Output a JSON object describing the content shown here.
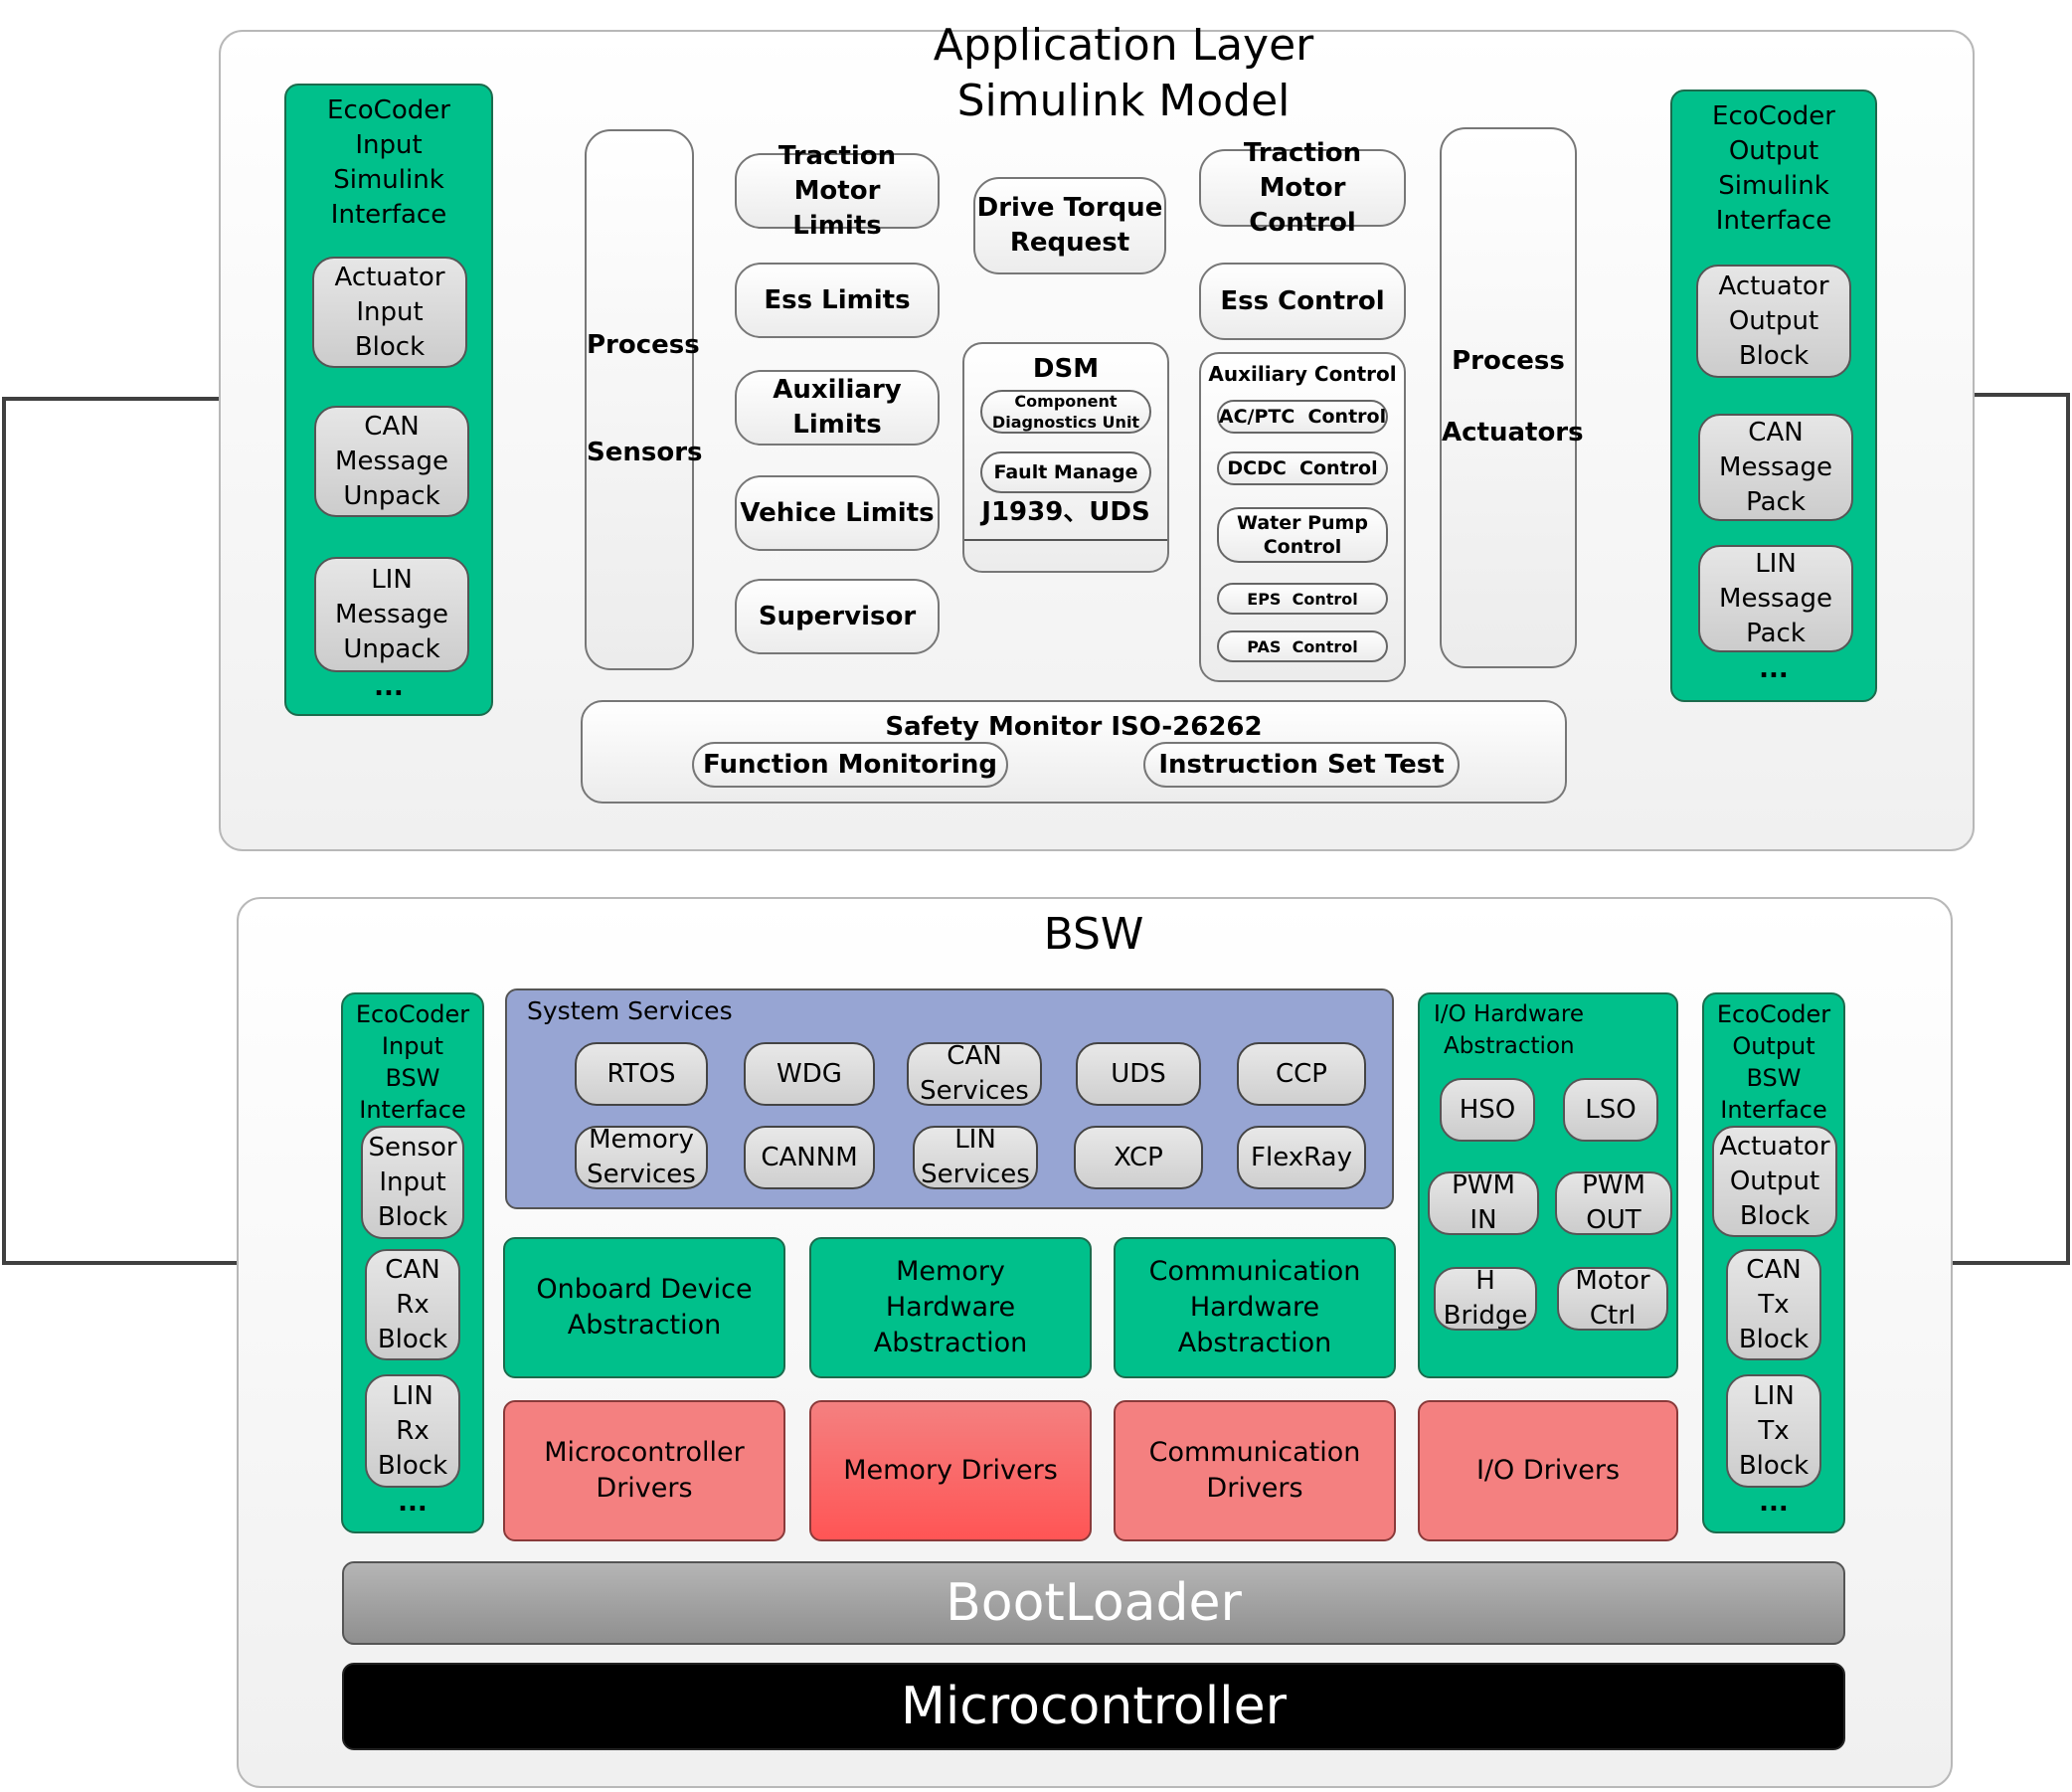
{
  "app": {
    "title_line1": "Application Layer",
    "title_line2": "Simulink Model",
    "input_interface": {
      "title": [
        "EcoCoder",
        "Input",
        "Simulink",
        "Interface"
      ],
      "blocks": [
        [
          "Actuator",
          "Input",
          "Block"
        ],
        [
          "CAN",
          "Message",
          "Unpack"
        ],
        [
          "LIN",
          "Message",
          "Unpack"
        ]
      ],
      "ellipsis": "..."
    },
    "process_sensors": [
      "Process",
      "Sensors"
    ],
    "limits": [
      [
        "Traction Motor",
        "Limits"
      ],
      [
        "Ess Limits"
      ],
      [
        "Auxiliary Limits"
      ],
      [
        "Vehice Limits"
      ],
      [
        "Supervisor"
      ]
    ],
    "drive_torque": [
      "Drive Torque",
      "Request"
    ],
    "dsm": {
      "title": "DSM",
      "component": [
        "Component",
        "Diagnostics Unit"
      ],
      "fault": "Fault Manage",
      "protocols": "J1939、UDS"
    },
    "traction_control": [
      "Traction Motor",
      "Control"
    ],
    "ess_control": "Ess Control",
    "aux_control": {
      "title": "Auxiliary Control",
      "items": [
        [
          "AC/PTC  Control"
        ],
        [
          "DCDC  Control"
        ],
        [
          "Water Pump",
          "Control"
        ],
        [
          "EPS  Control"
        ],
        [
          "PAS  Control"
        ]
      ]
    },
    "process_actuators": [
      "Process",
      "Actuators"
    ],
    "output_interface": {
      "title": [
        "EcoCoder",
        "Output",
        "Simulink",
        "Interface"
      ],
      "blocks": [
        [
          "Actuator",
          "Output",
          "Block"
        ],
        [
          "CAN",
          "Message",
          "Pack"
        ],
        [
          "LIN",
          "Message",
          "Pack"
        ]
      ],
      "ellipsis": "..."
    },
    "safety": {
      "title": "Safety Monitor ISO-26262",
      "function_monitoring": "Function Monitoring",
      "instruction_set_test": "Instruction Set Test"
    }
  },
  "bsw": {
    "title": "BSW",
    "input_bsw": {
      "title": [
        "EcoCoder",
        "Input",
        "BSW",
        "Interface"
      ],
      "blocks": [
        [
          "Sensor",
          "Input",
          "Block"
        ],
        [
          "CAN",
          "Rx",
          "Block"
        ],
        [
          "LIN",
          "Rx",
          "Block"
        ]
      ],
      "ellipsis": "..."
    },
    "system_services": {
      "title": "System Services",
      "row1": [
        [
          "RTOS"
        ],
        [
          "WDG"
        ],
        [
          "CAN",
          "Services"
        ],
        [
          "UDS"
        ],
        [
          "CCP"
        ]
      ],
      "row2": [
        [
          "Memory",
          "Services"
        ],
        [
          "CANNM"
        ],
        [
          "LIN",
          "Services"
        ],
        [
          "XCP"
        ],
        [
          "FlexRay"
        ]
      ]
    },
    "abstractions": [
      [
        "Onboard Device",
        "Abstraction"
      ],
      [
        "Memory",
        "Hardware Abstraction"
      ],
      [
        "Communication",
        "Hardware Abstraction"
      ]
    ],
    "drivers": [
      [
        "Microcontroller",
        "Drivers"
      ],
      [
        "Memory Drivers"
      ],
      [
        "Communication",
        "Drivers"
      ],
      [
        "I/O Drivers"
      ]
    ],
    "io_hw": {
      "title": [
        "I/O Hardware",
        "Abstraction"
      ],
      "items": [
        [
          "HSO"
        ],
        [
          "LSO"
        ],
        [
          "PWM",
          "IN"
        ],
        [
          "PWM",
          "OUT"
        ],
        [
          "H",
          "Bridge"
        ],
        [
          "Motor",
          "Ctrl"
        ]
      ]
    },
    "output_bsw": {
      "title": [
        "EcoCoder",
        "Output",
        "BSW",
        "Interface"
      ],
      "blocks": [
        [
          "Actuator",
          "Output",
          "Block"
        ],
        [
          "CAN",
          "Tx",
          "Block"
        ],
        [
          "LIN",
          "Tx",
          "Block"
        ]
      ],
      "ellipsis": "..."
    },
    "bootloader": "BootLoader",
    "microcontroller": "Microcontroller"
  },
  "colors": {
    "green": "#00c08b",
    "red": "#f48080",
    "system_services": "#97a5d3",
    "bootloader": "#9e9e9e",
    "microcontroller": "#000000"
  }
}
